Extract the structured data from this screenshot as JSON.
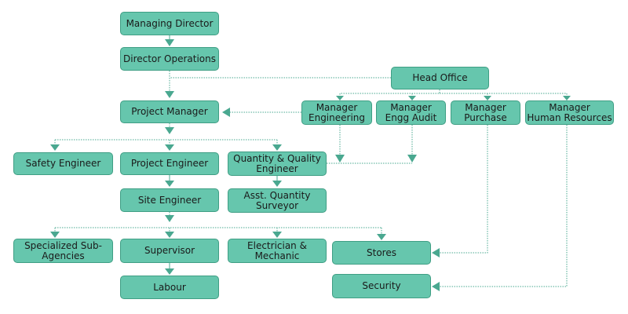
{
  "colors": {
    "node_fill": "#66c6ad",
    "node_border": "#3f9e84",
    "connector": "#4aa890"
  },
  "nodes": {
    "managing_director": "Managing Director",
    "director_operations": "Director Operations",
    "head_office": "Head Office",
    "project_manager": "Project Manager",
    "manager_engineering": "Manager\nEngineering",
    "manager_engg_audit": "Manager\nEngg Audit",
    "manager_purchase": "Manager\nPurchase",
    "manager_hr": "Manager\nHuman Resources",
    "safety_engineer": "Safety Engineer",
    "project_engineer": "Project Engineer",
    "qq_engineer": "Quantity & Quality\nEngineer",
    "site_engineer": "Site Engineer",
    "asst_qs": "Asst. Quantity\nSurveyor",
    "specialized_sub_agencies": "Specialized Sub-Agencies",
    "supervisor": "Supervisor",
    "electrician_mechanic": "Electrician &\nMechanic",
    "stores": "Stores",
    "labour": "Labour",
    "security": "Security"
  }
}
